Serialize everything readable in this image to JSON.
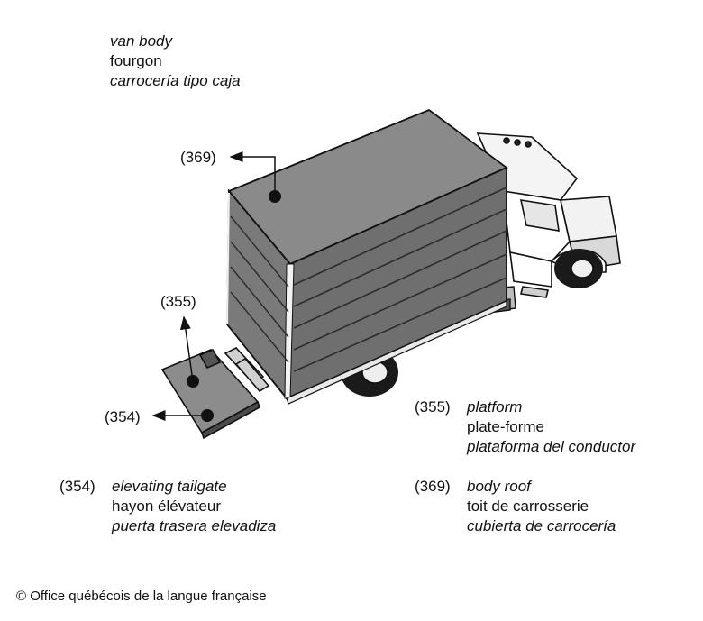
{
  "title_block": {
    "en": "van body",
    "fr": "fourgon",
    "es": "carrocería tipo caja"
  },
  "callouts": {
    "roof": "(369)",
    "platform": "(355)",
    "tailgate": "(354)"
  },
  "entries": {
    "platform": {
      "code": "(355)",
      "en": "platform",
      "fr": "plate-forme",
      "es": "plataforma del conductor"
    },
    "tailgate": {
      "code": "(354)",
      "en": "elevating tailgate",
      "fr": "hayon élévateur",
      "es": "puerta trasera elevadiza"
    },
    "roof": {
      "code": "(369)",
      "en": "body roof",
      "fr": "toit de carrosserie",
      "es": "cubierta de carrocería"
    }
  },
  "copyright": "© Office québécois de la langue française"
}
